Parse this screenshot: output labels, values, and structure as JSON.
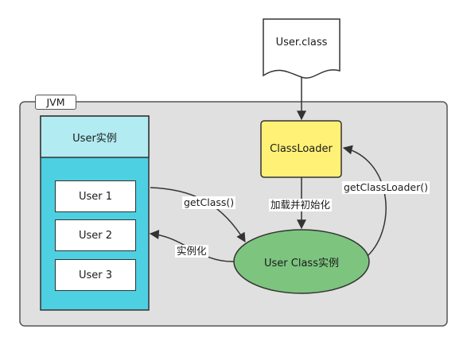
{
  "jvm": {
    "label": "JVM"
  },
  "file": {
    "label": "User.class"
  },
  "classloader": {
    "label": "ClassLoader"
  },
  "user_class": {
    "label": "User Class实例"
  },
  "instances": {
    "header": "User实例",
    "items": [
      "User 1",
      "User 2",
      "User 3"
    ]
  },
  "edges": {
    "load_init": "加载并初始化",
    "get_classloader": "getClassLoader()",
    "get_class": "getClass()",
    "instantiate": "实例化"
  },
  "colors": {
    "jvm_fill": "#e0e0e0",
    "classloader_fill": "#fff176",
    "user_class_fill": "#7dc47f",
    "instances_header_fill": "#b2ebf2",
    "instances_body_fill": "#4dd0e1",
    "stroke": "#444444"
  }
}
